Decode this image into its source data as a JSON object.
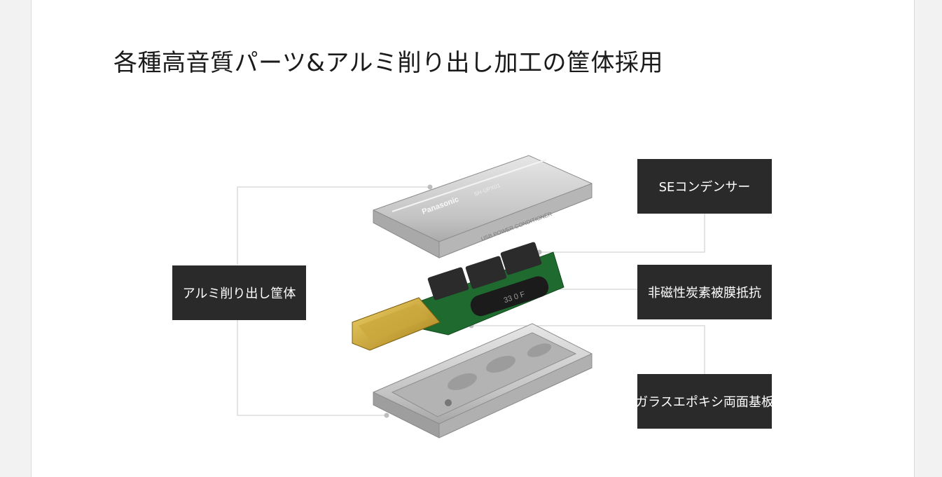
{
  "heading": "各種高音質パーツ&アルミ削り出し加工の筐体採用",
  "labels": {
    "se_capacitor": "SEコンデンサー",
    "housing": "アルミ削り出し筐体",
    "resistor": "非磁性炭素被膜抵抗",
    "pcb": "ガラスエポキシ両面基板"
  },
  "product_marks": {
    "brand": "Panasonic",
    "model": "SH-UPX01",
    "engraving": "USB POWER CONDITIONER",
    "capacitor_print": "33 0 F"
  },
  "colors": {
    "label_bg": "#2a2a2a",
    "leader_line": "#c8c8c8",
    "aluminum": "#c9c9c9",
    "pcb_green": "#1f6b2f",
    "usb_gold": "#c9a227"
  }
}
